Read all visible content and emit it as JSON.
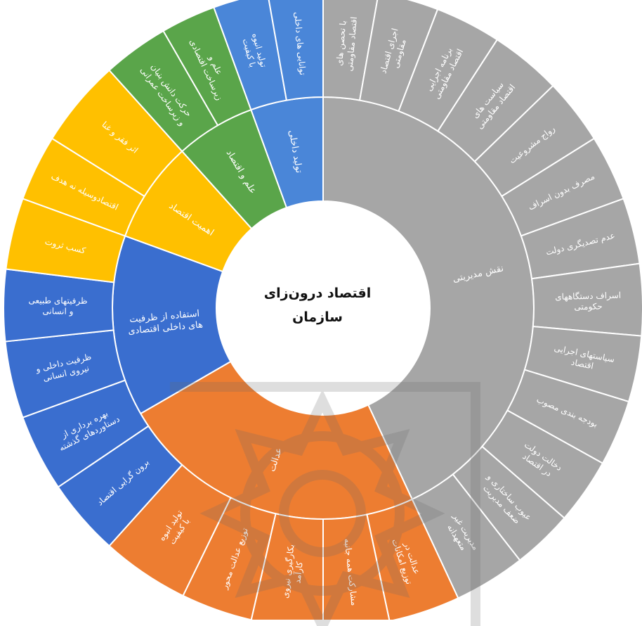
{
  "center": {
    "line1": "اقتصاد درون‌زای",
    "line2": "سازمان"
  },
  "colors": {
    "gray": "#a6a6a6",
    "blue": "#4a86d8",
    "green": "#5aa54a",
    "yellow": "#ffc000",
    "darkblue": "#3a6ecf",
    "orange": "#ed7d31",
    "line": "#ffffff"
  },
  "chart_data": {
    "type": "sunburst",
    "inner": [
      {
        "label": "نقش مدیریتی",
        "color": "gray",
        "start": 0,
        "end": 155
      },
      {
        "label": "عدالت",
        "color": "orange",
        "start": 155,
        "end": 240
      },
      {
        "label": "استفاده از ظرفیت های داخلی اقتصادی",
        "color": "darkblue",
        "start": 240,
        "end": 290
      },
      {
        "label": "اهمیت اقتصاد",
        "color": "yellow",
        "start": 290,
        "end": 318
      },
      {
        "label": "علم و اقتصاد",
        "color": "green",
        "start": 318,
        "end": 340
      },
      {
        "label": "تولید داخلی",
        "color": "blue",
        "start": 340,
        "end": 360
      }
    ],
    "outer": [
      {
        "label": "با تحصن های اقتصاد مقاومتی",
        "color": "gray",
        "start": 0,
        "end": 10
      },
      {
        "label": "اجرای اقتصاد مقاومتی",
        "color": "gray",
        "start": 10,
        "end": 21
      },
      {
        "label": "برنامه اجرایی اقتصاد مقاومتی",
        "color": "gray",
        "start": 21,
        "end": 33
      },
      {
        "label": "سیاست های اقتصاد مقاومتی",
        "color": "gray",
        "start": 33,
        "end": 46
      },
      {
        "label": "رواج مشروعیت",
        "color": "gray",
        "start": 46,
        "end": 58
      },
      {
        "label": "مصرف بدون اسراف",
        "color": "gray",
        "start": 58,
        "end": 70
      },
      {
        "label": "عدم تصدیگری دولت",
        "color": "gray",
        "start": 70,
        "end": 82
      },
      {
        "label": "اسراف دستگاههای حکومتی",
        "color": "gray",
        "start": 82,
        "end": 95
      },
      {
        "label": "سیاستهای اجرایی اقتصاد",
        "color": "gray",
        "start": 95,
        "end": 107
      },
      {
        "label": "بودجه بندی مصوب",
        "color": "gray",
        "start": 107,
        "end": 119
      },
      {
        "label": "دخالت دولت در اقتصاد",
        "color": "gray",
        "start": 119,
        "end": 131
      },
      {
        "label": "عیوب ساختاری و ضعف مدیریت",
        "color": "gray",
        "start": 131,
        "end": 142
      },
      {
        "label": "مدیریت غیر متعهدانه",
        "color": "gray",
        "start": 142,
        "end": 155
      },
      {
        "label": "عدالت در توزیع امکانات",
        "color": "orange",
        "start": 155,
        "end": 168
      },
      {
        "label": "مشارکت همه جانبه",
        "color": "orange",
        "start": 168,
        "end": 180
      },
      {
        "label": "بکارگیری نیروی کارآمد",
        "color": "orange",
        "start": 180,
        "end": 193
      },
      {
        "label": "توزیع عدالت محور",
        "color": "orange",
        "start": 193,
        "end": 206
      },
      {
        "label": "تولید انبوه با کیفیت",
        "color": "orange",
        "start": 206,
        "end": 222
      },
      {
        "label": "برون گرایی اقتصاد",
        "color": "darkblue",
        "start": 222,
        "end": 236
      },
      {
        "label": "بهره برداری از دستاوردهای گذشته",
        "color": "darkblue",
        "start": 236,
        "end": 250
      },
      {
        "label": "ظرفیت داخلی و نیروی انسانی",
        "color": "darkblue",
        "start": 250,
        "end": 264
      },
      {
        "label": "ظرفیتهای طبیعی و انسانی",
        "color": "darkblue",
        "start": 264,
        "end": 277
      },
      {
        "label": "کسب ثروت",
        "color": "yellow",
        "start": 277,
        "end": 290
      },
      {
        "label": "اقتصادوسیله نه هدف",
        "color": "yellow",
        "start": 290,
        "end": 302
      },
      {
        "label": "اثر فقر و غنا",
        "color": "yellow",
        "start": 302,
        "end": 318
      },
      {
        "label": "حرکت دانش بنیان و زیرساخت عمرانی",
        "color": "green",
        "start": 318,
        "end": 330
      },
      {
        "label": "علم و زیرساخت اقتصادی",
        "color": "green",
        "start": 330,
        "end": 340
      },
      {
        "label": "تولید انبوه با کیفیت",
        "color": "blue",
        "start": 340,
        "end": 350
      },
      {
        "label": "توانایی های داخلی",
        "color": "blue",
        "start": 350,
        "end": 360
      }
    ]
  }
}
